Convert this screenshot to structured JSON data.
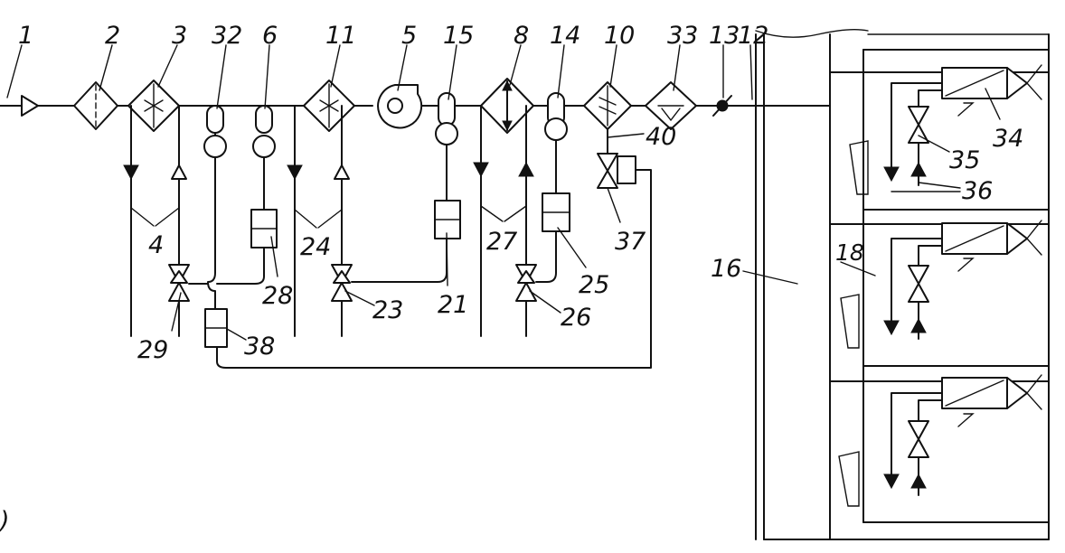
{
  "labels": {
    "l1": "1",
    "l2": "2",
    "l3": "3",
    "l32": "32",
    "l6": "6",
    "l11": "11",
    "l5": "5",
    "l15": "15",
    "l8": "8",
    "l14": "14",
    "l10": "10",
    "l33": "33",
    "l13": "13",
    "l12": "12",
    "l4": "4",
    "l24": "24",
    "l27": "27",
    "l37": "37",
    "l40": "40",
    "l34": "34",
    "l35": "35",
    "l36": "36",
    "l18": "18",
    "l16": "16",
    "l28": "28",
    "l21": "21",
    "l25": "25",
    "l29": "29",
    "l38": "38",
    "l23": "23",
    "l26": "26",
    "fig": ")"
  }
}
